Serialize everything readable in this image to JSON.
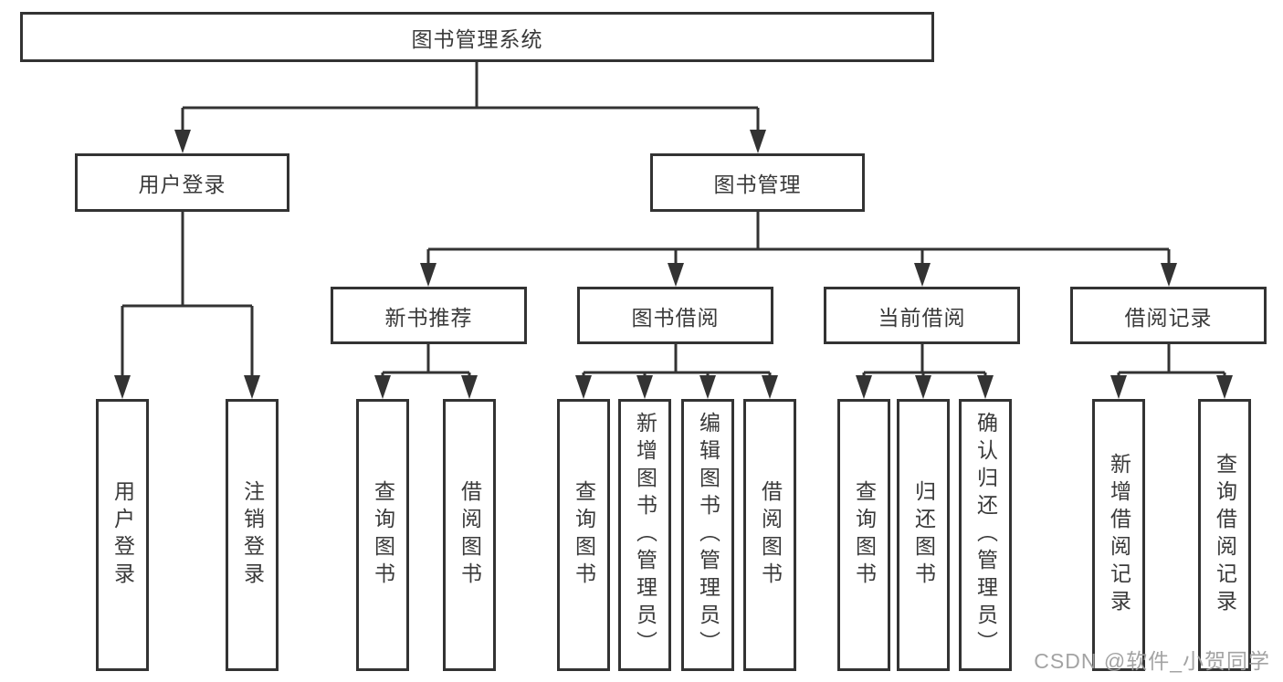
{
  "diagram": {
    "title": "图书管理系统",
    "type": "hierarchy-chart"
  },
  "nodes": {
    "root": {
      "label": "图书管理系统"
    },
    "l2": [
      {
        "label": "用户登录"
      },
      {
        "label": "图书管理"
      }
    ],
    "l3": [
      {
        "label": "新书推荐"
      },
      {
        "label": "图书借阅"
      },
      {
        "label": "当前借阅"
      },
      {
        "label": "借阅记录"
      }
    ],
    "l4": {
      "userLogin": [
        {
          "label": "用户登录"
        },
        {
          "label": "注销登录"
        }
      ],
      "newBooks": [
        {
          "label": "查询图书"
        },
        {
          "label": "借阅图书"
        }
      ],
      "bookBorrow": [
        {
          "label": "查询图书"
        },
        {
          "label": "新增图书（管理员）"
        },
        {
          "label": "编辑图书（管理员）"
        },
        {
          "label": "借阅图书"
        }
      ],
      "currentBorrow": [
        {
          "label": "查询图书"
        },
        {
          "label": "归还图书"
        },
        {
          "label": "确认归还（管理员）"
        }
      ],
      "borrowRecords": [
        {
          "label": "新增借阅记录"
        },
        {
          "label": "查询借阅记录"
        }
      ]
    }
  },
  "watermark": {
    "text": "CSDN @软件_小贺同学",
    "color": "#9e9e9e"
  },
  "colors": {
    "line": "#333333",
    "box_border": "#333333",
    "box_fill": "#ffffff",
    "text": "#3a3a3a",
    "background": "#ffffff"
  }
}
